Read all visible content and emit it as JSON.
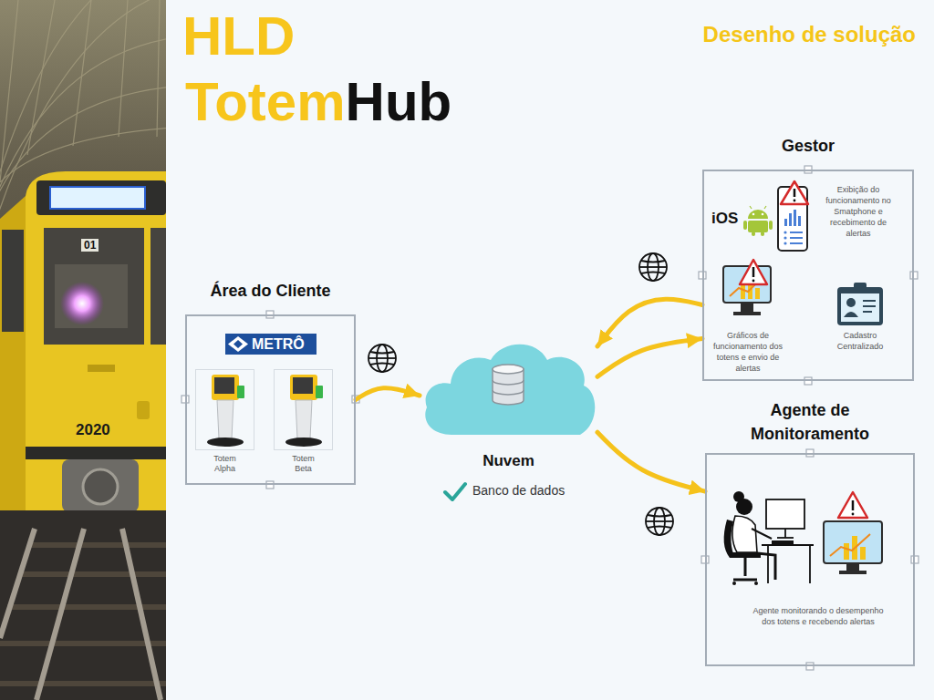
{
  "diagram": {
    "title": "HLD",
    "nodes": [
      {
        "text": [
          "Área do Cliente"
        ]
      },
      {
        "text": [
          "Totem Alpha"
        ],
        "in": 0
      },
      {
        "text": [
          "Totem Beta"
        ],
        "in": 0
      },
      {
        "text": [
          "Nuvem",
          "Banco de dados"
        ]
      },
      {
        "text": [
          "Gestor"
        ]
      },
      {
        "text": [
          "Agente de Monitoramento"
        ]
      }
    ],
    "edges": [
      {
        "from": 0,
        "to": 3,
        "arrow": "to"
      },
      {
        "from": 4,
        "to": 3,
        "arrow": "to"
      },
      {
        "from": 3,
        "to": 4,
        "arrow": "to"
      },
      {
        "from": 3,
        "to": 5,
        "arrow": "to"
      }
    ],
    "labels": [
      "Totem",
      "Hub",
      "Desenho de solução",
      "01",
      "2020",
      "METRÔ",
      "iOS",
      "Exibição do funcionamento no Smatphone e recebimento de alertas",
      "Gráficos de funcionamento dos totens e envio de alertas",
      "Cadastro Centralizado",
      "Agente monitorando o desempenho dos totens e recebendo alertas"
    ]
  }
}
